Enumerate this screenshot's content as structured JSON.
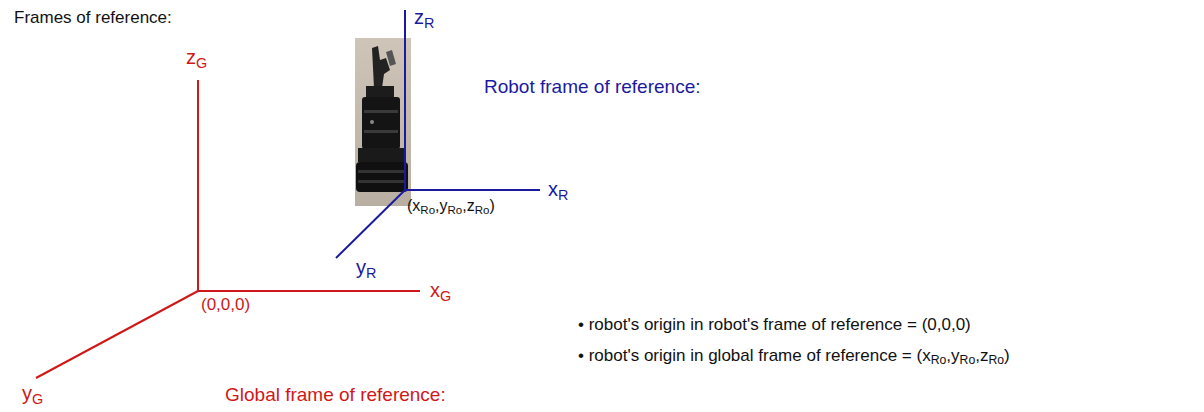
{
  "diagram": {
    "title": "Frames of reference:",
    "labels": [
      "zR",
      "Robot frame of reference:",
      "zG",
      "xR",
      "(xRo,yRo,zRo)",
      "yR",
      "xG",
      "(0,0,0)",
      "Global frame of reference:",
      "yG",
      "• robot's origin in robot's frame of reference = (0,0,0)",
      "• robot's origin in global frame of reference = (xRo,yRo,zRo)"
    ]
  }
}
